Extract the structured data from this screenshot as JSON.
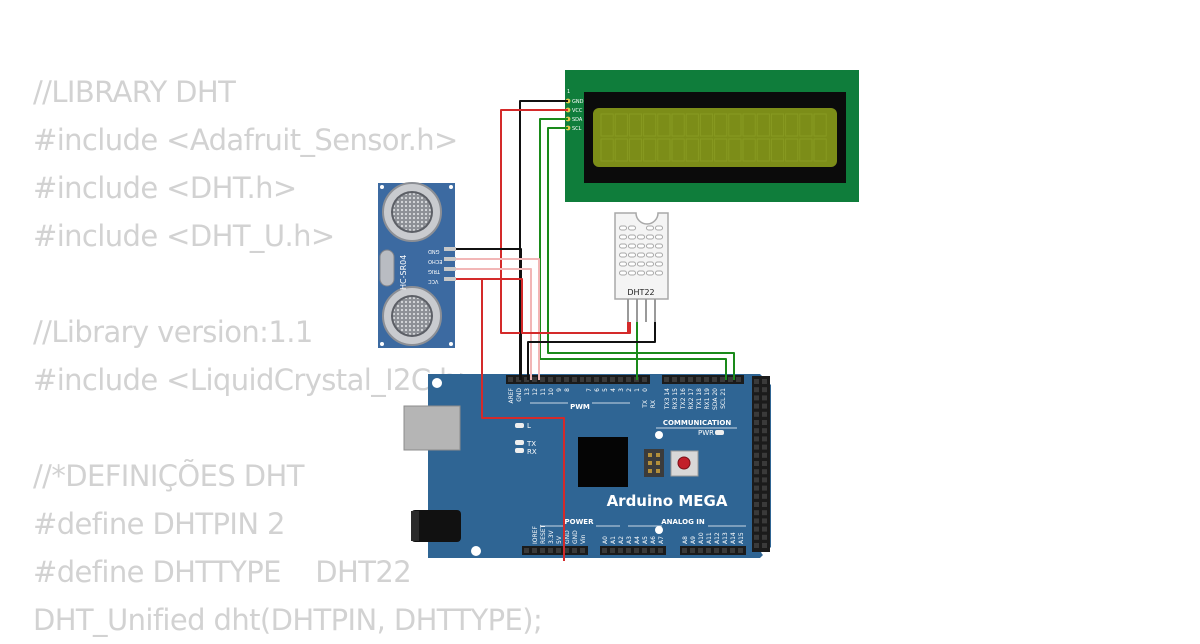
{
  "code_lines": [
    "//LIBRARY DHT",
    "#include <Adafruit_Sensor.h>",
    "#include <DHT.h>",
    "#include <DHT_U.h>",
    "",
    "//Library version:1.1",
    "#include <LiquidCrystal_I2C.h>",
    "",
    "//*DEFINIÇÕES DHT",
    "#define DHTPIN 2",
    "#define DHTTYPE    DHT22",
    "DHT_Unified dht(DHTPIN, DHTTYPE);"
  ],
  "lcd": {
    "pins": [
      "GND",
      "VCC",
      "SDA",
      "SCL"
    ],
    "pin1": "1"
  },
  "dht": {
    "label": "DHT22"
  },
  "ultrasonic": {
    "label": "HC-SR04",
    "pins": [
      "GND",
      "ECHO",
      "TRIG",
      "VCC"
    ]
  },
  "arduino": {
    "title": "Arduino MEGA",
    "pwm": "PWM",
    "communication": "COMMUNICATION",
    "power": "POWER",
    "analog_in": "ANALOG IN",
    "pwr_led": "PWR",
    "l_led": "L",
    "tx_led": "TX",
    "rx_led": "RX",
    "top_left_pins": [
      "AREF",
      "GND",
      "13",
      "12",
      "11",
      "10",
      "9",
      "8"
    ],
    "top_mid_pins": [
      "7",
      "6",
      "5",
      "4",
      "3",
      "2",
      "1",
      "0"
    ],
    "top_mid_sub": [
      "TX",
      "RX"
    ],
    "top_right_pins": [
      "TX3 14",
      "RX3 15",
      "TX2 16",
      "RX2 17",
      "TX1 18",
      "RX1 19",
      "SDA 20",
      "SCL 21"
    ],
    "power_pins": [
      "IOREF",
      "RESET",
      "3.3V",
      "5V",
      "GND",
      "GND",
      "Vin"
    ],
    "analog_pins": [
      "A0",
      "A1",
      "A2",
      "A3",
      "A4",
      "A5",
      "A6",
      "A7",
      "A8",
      "A9",
      "A10",
      "A11",
      "A12",
      "A13",
      "A14",
      "A15"
    ]
  },
  "colors": {
    "board": "#2f6594",
    "lcd_pcb": "#0f7d3b",
    "lcd_screen": "#7c8d18",
    "sensor_pcb": "#3c6aa1",
    "wire_red": "#d42a2a",
    "wire_black": "#111111",
    "wire_green": "#1a8a1a",
    "wire_pink": "#f2b6b6"
  }
}
